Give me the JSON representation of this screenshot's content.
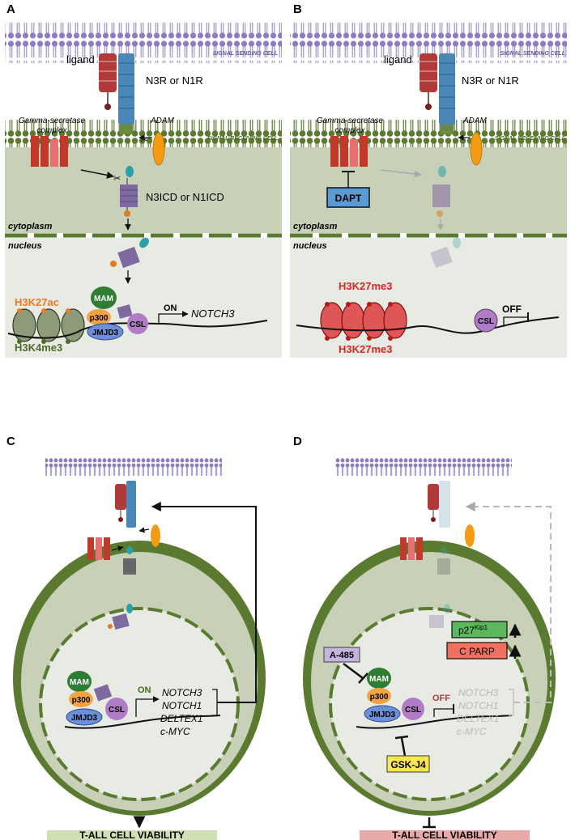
{
  "panels": {
    "a": {
      "letter": "A"
    },
    "b": {
      "letter": "B"
    },
    "c": {
      "letter": "C"
    },
    "d": {
      "letter": "D"
    }
  },
  "labels": {
    "ligand": "ligand",
    "receptor": "N3R or N1R",
    "adam": "ADAM",
    "gamma1": "Gamma-secretase",
    "gamma2": "complex",
    "sending": "SIGNAL SENDING CELL",
    "receiving": "SIGNAL RECEIVING CELL",
    "icd": "N3ICD or N1ICD",
    "cytoplasm": "cytoplasm",
    "nucleus": "nucleus",
    "dapt": "DAPT",
    "h3k27ac": "H3K27ac",
    "h3k4me3": "H3K4me3",
    "h3k27me3": "H3K27me3",
    "mam": "MAM",
    "p300": "p300",
    "jmjd3": "JMJD3",
    "csl": "CSL",
    "on": "ON",
    "off": "OFF",
    "notch3_gene": "NOTCH3",
    "targets": [
      "NOTCH3",
      "NOTCH1",
      "DELTEX1",
      "c-MYC"
    ],
    "a485": "A-485",
    "gskj4": "GSK-J4",
    "p27": "p27",
    "p27_sup": "Kip1",
    "cparp": "C PARP",
    "viability": "T-ALL CELL VIABILITY"
  },
  "colors": {
    "membrane": "#8e7cc3",
    "cell_green": "#5a7a30",
    "cyto_fill": "#c8d0b8",
    "nucleus_fill": "#e8eae4",
    "receptor_blue": "#4a86b8",
    "ligand_red": "#b03a3a",
    "gamma_red": "#c0392b",
    "adam_orange": "#f39c12",
    "icd_purple": "#7e6a9e",
    "mam_green": "#2e7d32",
    "p300_orange": "#f4a340",
    "jmjd3_blue": "#6d8fd8",
    "csl_purple": "#b07cc6",
    "h3k27ac": "#f07a22",
    "h3k4me3": "#4f6a2d",
    "h3k27me3": "#e02424",
    "viability_green": "#cfe0b4",
    "viability_red": "#e8a9a9",
    "dapt_blue": "#5b9bd5",
    "p27_green": "#5cb85c",
    "cparp_red": "#f07060",
    "gsk_yellow": "#ffe84d",
    "a485_purple": "#c5b3e0"
  }
}
